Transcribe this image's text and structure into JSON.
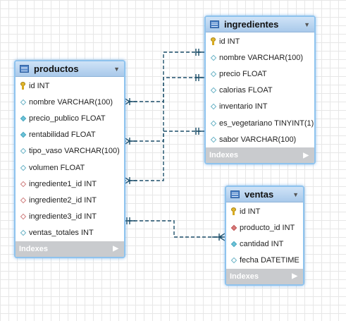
{
  "tables": {
    "productos": {
      "title": "productos",
      "footer": "Indexes",
      "columns": [
        {
          "label": "id INT",
          "icon": "primary-key-icon"
        },
        {
          "label": "nombre VARCHAR(100)",
          "icon": "column-icon"
        },
        {
          "label": "precio_publico FLOAT",
          "icon": "not-null-column-icon"
        },
        {
          "label": "rentabilidad FLOAT",
          "icon": "not-null-column-icon"
        },
        {
          "label": "tipo_vaso VARCHAR(100)",
          "icon": "column-icon"
        },
        {
          "label": "volumen FLOAT",
          "icon": "column-icon"
        },
        {
          "label": "ingrediente1_id INT",
          "icon": "foreign-key-icon"
        },
        {
          "label": "ingrediente2_id INT",
          "icon": "foreign-key-icon"
        },
        {
          "label": "ingrediente3_id INT",
          "icon": "foreign-key-icon"
        },
        {
          "label": "ventas_totales INT",
          "icon": "column-icon"
        }
      ]
    },
    "ingredientes": {
      "title": "ingredientes",
      "footer": "Indexes",
      "columns": [
        {
          "label": "id INT",
          "icon": "primary-key-icon"
        },
        {
          "label": "nombre VARCHAR(100)",
          "icon": "column-icon"
        },
        {
          "label": "precio FLOAT",
          "icon": "column-icon"
        },
        {
          "label": "calorias FLOAT",
          "icon": "column-icon"
        },
        {
          "label": "inventario INT",
          "icon": "column-icon"
        },
        {
          "label": "es_vegetariano TINYINT(1)",
          "icon": "column-icon"
        },
        {
          "label": "sabor VARCHAR(100)",
          "icon": "column-icon"
        }
      ]
    },
    "ventas": {
      "title": "ventas",
      "footer": "Indexes",
      "columns": [
        {
          "label": "id INT",
          "icon": "primary-key-icon"
        },
        {
          "label": "producto_id INT",
          "icon": "foreign-key-not-null-icon"
        },
        {
          "label": "cantidad INT",
          "icon": "not-null-column-icon"
        },
        {
          "label": "fecha DATETIME",
          "icon": "column-icon"
        }
      ]
    }
  },
  "relationships": [
    {
      "from": "productos.ingrediente1_id",
      "to": "ingredientes.id"
    },
    {
      "from": "productos.ingrediente2_id",
      "to": "ingredientes.id"
    },
    {
      "from": "productos.ingrediente3_id",
      "to": "ingredientes.id"
    },
    {
      "from": "ventas.producto_id",
      "to": "productos.id"
    }
  ],
  "colors": {
    "connector": "#1d4f6a",
    "header": "#b9d5f1",
    "border": "#8ec3ee",
    "footer": "#c9cbce"
  }
}
